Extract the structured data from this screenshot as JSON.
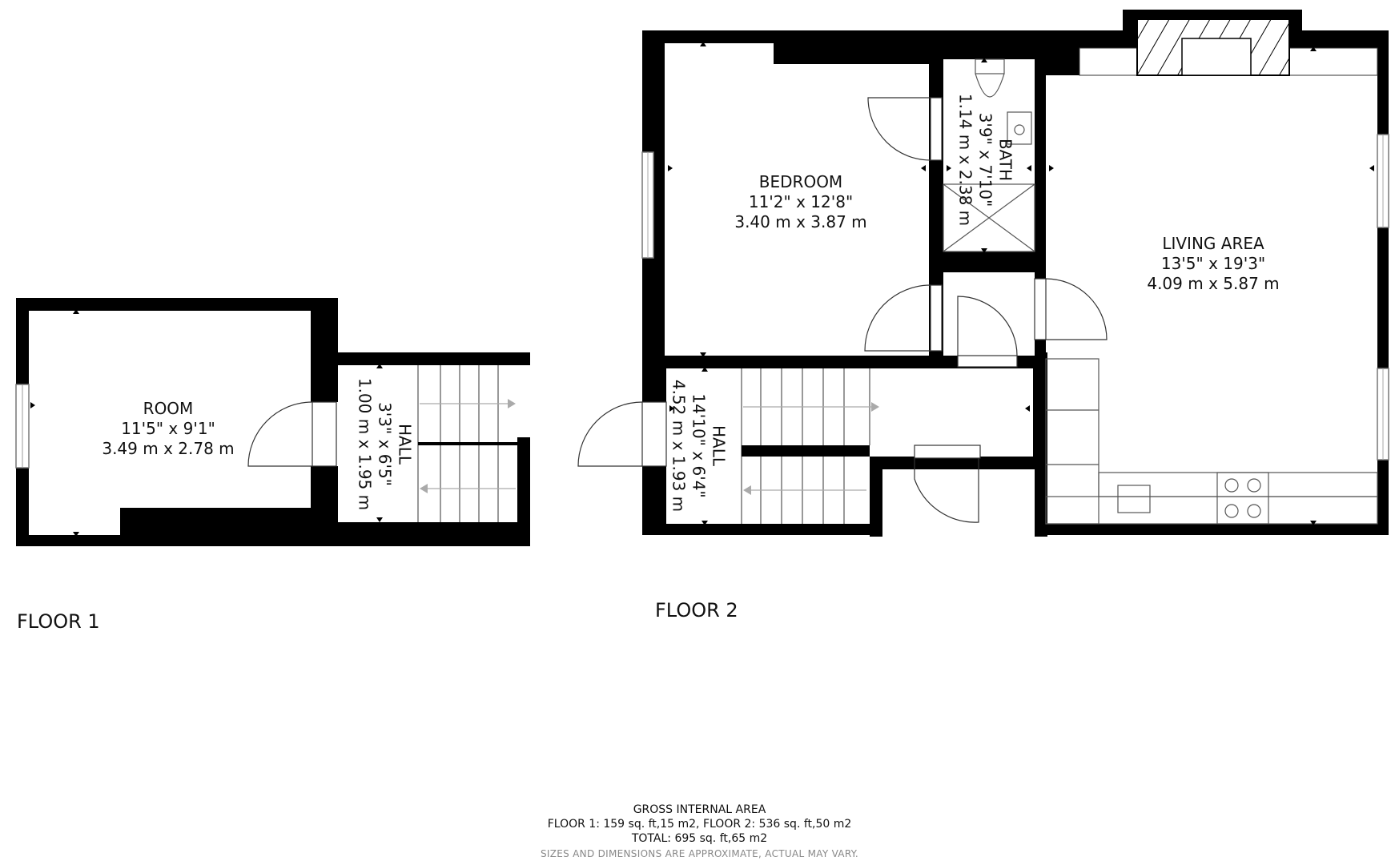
{
  "floors": [
    {
      "label": "FLOOR 1"
    },
    {
      "label": "FLOOR 2"
    }
  ],
  "rooms": {
    "room": {
      "name": "ROOM",
      "imperial": "11'5\" x 9'1\"",
      "metric": "3.49 m x 2.78 m"
    },
    "hall1": {
      "name": "HALL",
      "imperial": "3'3\" x 6'5\"",
      "metric": "1.00 m x 1.95 m"
    },
    "bedroom": {
      "name": "BEDROOM",
      "imperial": "11'2\" x 12'8\"",
      "metric": "3.40 m x 3.87 m"
    },
    "bath": {
      "name": "BATH",
      "imperial": "3'9\" x 7'10\"",
      "metric": "1.14 m x 2.38 m"
    },
    "living": {
      "name": "LIVING AREA",
      "imperial": "13'5\" x 19'3\"",
      "metric": "4.09 m x 5.87 m"
    },
    "hall2": {
      "name": "HALL",
      "imperial": "14'10\" x 6'4\"",
      "metric": "4.52 m x 1.93 m"
    }
  },
  "footer": {
    "title": "GROSS INTERNAL AREA",
    "line1": "FLOOR 1: 159 sq. ft,15 m2, FLOOR 2: 536 sq. ft,50 m2",
    "line2": "TOTAL: 695 sq. ft,65 m2",
    "note": "SIZES AND DIMENSIONS ARE APPROXIMATE, ACTUAL MAY VARY."
  },
  "colors": {
    "wall": "#000000",
    "fixture": "#555555",
    "window": "#9a9a9a"
  }
}
